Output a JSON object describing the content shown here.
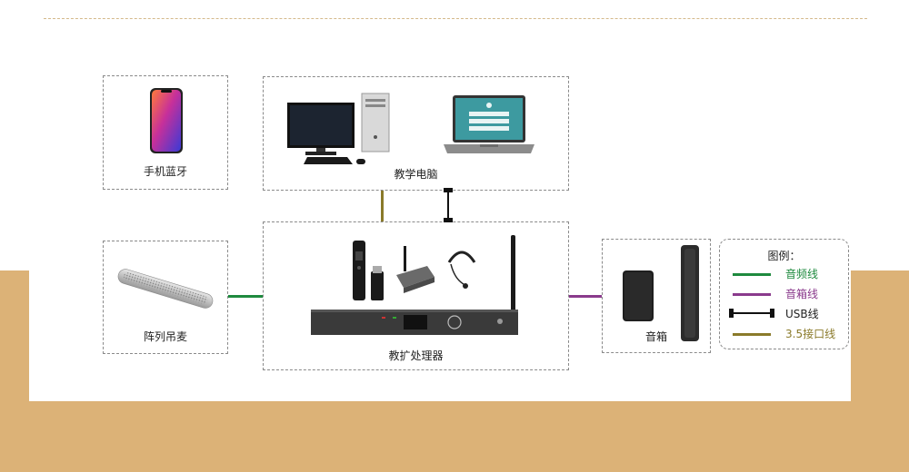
{
  "boxes": {
    "phone": "手机蓝牙",
    "pc": "教学电脑",
    "mic": "阵列吊麦",
    "processor": "教扩处理器",
    "speaker": "音箱"
  },
  "legend": {
    "title": "图例：",
    "items": [
      {
        "label": "音频线",
        "color": "#1e8a3e"
      },
      {
        "label": "音箱线",
        "color": "#8a3a8c"
      },
      {
        "label": "USB线",
        "color": "#111111"
      },
      {
        "label": "3.5接口线",
        "color": "#8a7a2a"
      }
    ]
  },
  "colors": {
    "band": "#dcb277",
    "audio": "#1e8a3e",
    "speaker_line": "#8a3a8c",
    "usb": "#111111",
    "jack": "#8a7a2a"
  }
}
